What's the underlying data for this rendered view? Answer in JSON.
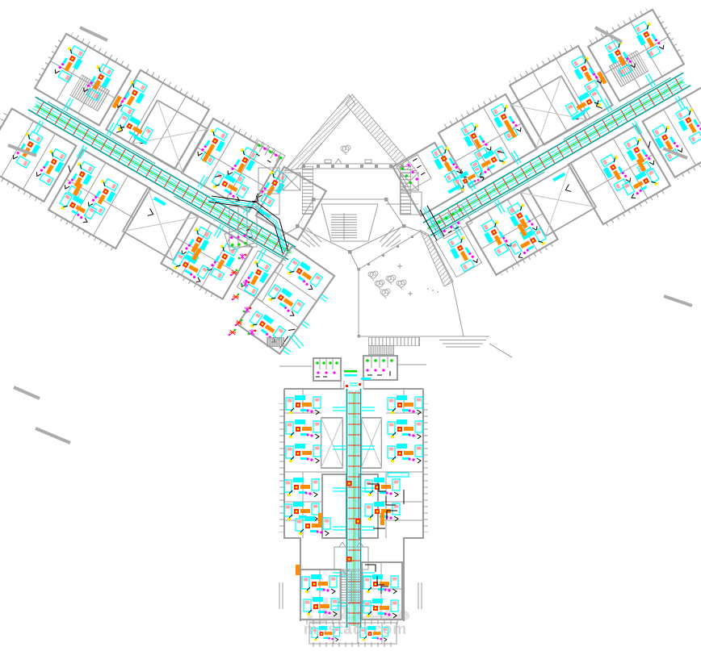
{
  "watermark": {
    "logo_text": "مستقل",
    "text": "mostaql.com"
  },
  "icons": {
    "shaft-icon": "rectangle-with-diagonal-cross",
    "stair-icon": "parallel-tread-lines",
    "tree-icon": "scribble-circles",
    "toilet-icon": "green-magenta-dot-stalls",
    "furniture-cluster-icon": "multicolor-bed-and-equipment-confetti",
    "hatch-icon": "diagonal-line-fill",
    "dimension-mark-icon": "thick-gray-diagonal-stroke"
  },
  "colors": {
    "background": "#ffffff",
    "wall": "#9c9c9c",
    "wall_light": "#c6c6c6",
    "teal": "#00a294",
    "green": "#00dc00",
    "cyan": "#00ffff",
    "red": "#ff2000",
    "orange": "#ff8c00",
    "yellow": "#ffee00",
    "magenta": "#ff00ff",
    "pink": "#ffaaaa",
    "black": "#000000",
    "dim": "#acacac",
    "hatch": "#a8a8a8",
    "wm_text": "#d6d6d6",
    "wm_logo": "#e4e4e4"
  }
}
